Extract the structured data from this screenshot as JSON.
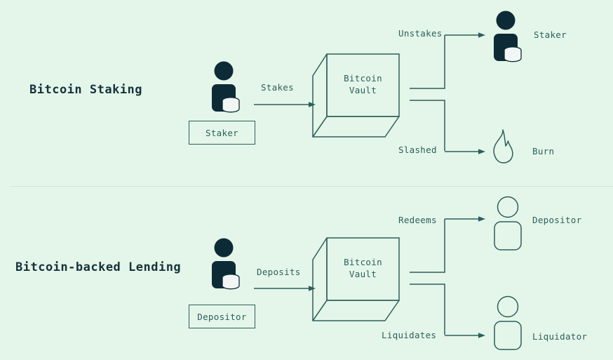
{
  "theme": {
    "background": "#e4f6e9",
    "stroke": "#2d5f5d",
    "title_color": "#16323c",
    "icon_fill_dark": "#0d2b36",
    "coin_color": "#f2f7f5",
    "divider_color": "#cfe8d6"
  },
  "diagram": {
    "type": "flow-diagram",
    "sections": [
      {
        "id": "bitcoin-staking",
        "title": "Bitcoin Staking",
        "source": {
          "icon": "person-with-coins-filled-icon",
          "box_label": "Staker"
        },
        "inflow_label": "Stakes",
        "vault": {
          "line1": "Bitcoin",
          "line2": "Vault",
          "text": "Bitcoin\nVault"
        },
        "outflows": [
          {
            "label": "Unstakes",
            "target_icon": "person-with-coins-filled-icon",
            "target_label": "Staker"
          },
          {
            "label": "Slashed",
            "target_icon": "flame-outline-icon",
            "target_label": "Burn"
          }
        ]
      },
      {
        "id": "bitcoin-backed-lending",
        "title": "Bitcoin-backed Lending",
        "source": {
          "icon": "person-with-coins-filled-icon",
          "box_label": "Depositor"
        },
        "inflow_label": "Deposits",
        "vault": {
          "line1": "Bitcoin",
          "line2": "Vault",
          "text": "Bitcoin\nVault"
        },
        "outflows": [
          {
            "label": "Redeems",
            "target_icon": "person-outline-icon",
            "target_label": "Depositor"
          },
          {
            "label": "Liquidates",
            "target_icon": "person-outline-icon",
            "target_label": "Liquidator"
          }
        ]
      }
    ]
  }
}
